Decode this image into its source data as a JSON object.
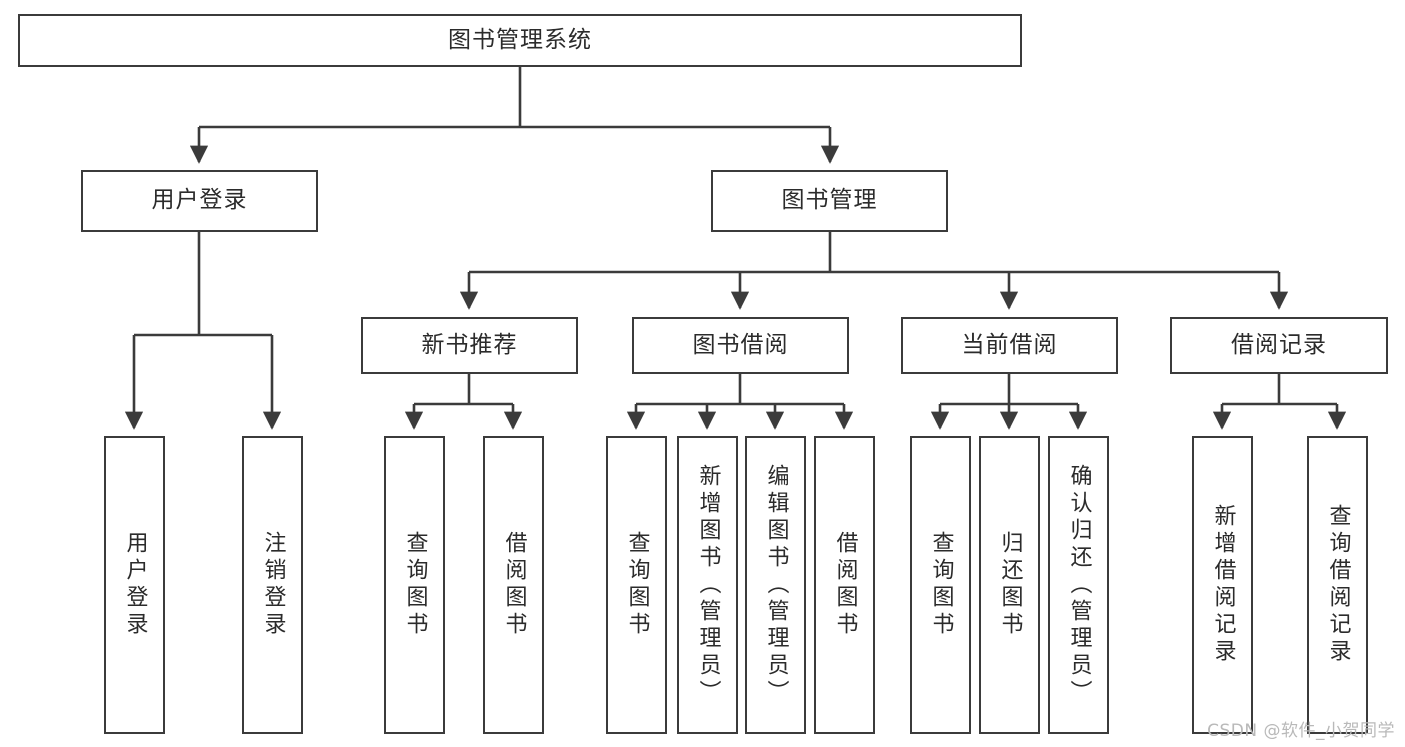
{
  "diagram": {
    "type": "tree",
    "title": "图书管理系统",
    "orientation": "top-down",
    "colors": {
      "box_stroke": "#3b3b3b",
      "box_fill": "#ffffff",
      "connector": "#3b3b3b",
      "text": "#2b2b2b",
      "watermark": "#b9b9b9",
      "background": "#ffffff"
    },
    "root": {
      "id": "root",
      "label": "图书管理系统"
    },
    "level2": [
      {
        "id": "user-login",
        "label": "用户登录"
      },
      {
        "id": "book-manage",
        "label": "图书管理"
      }
    ],
    "level3": [
      {
        "id": "new-book-recommend",
        "label": "新书推荐",
        "parent": "book-manage"
      },
      {
        "id": "book-borrow",
        "label": "图书借阅",
        "parent": "book-manage"
      },
      {
        "id": "current-borrow",
        "label": "当前借阅",
        "parent": "book-manage"
      },
      {
        "id": "borrow-record",
        "label": "借阅记录",
        "parent": "book-manage"
      }
    ],
    "leaves": [
      {
        "id": "leaf-user-login",
        "label": "用户登录",
        "parent": "user-login"
      },
      {
        "id": "leaf-logout-login",
        "label": "注销登录",
        "parent": "user-login"
      },
      {
        "id": "leaf-query-book-1",
        "label": "查询图书",
        "parent": "new-book-recommend"
      },
      {
        "id": "leaf-borrow-book-1",
        "label": "借阅图书",
        "parent": "new-book-recommend"
      },
      {
        "id": "leaf-query-book-2",
        "label": "查询图书",
        "parent": "book-borrow"
      },
      {
        "id": "leaf-add-book",
        "label": "新增图书（管理员）",
        "parent": "book-borrow"
      },
      {
        "id": "leaf-edit-book",
        "label": "编辑图书（管理员）",
        "parent": "book-borrow"
      },
      {
        "id": "leaf-borrow-book-2",
        "label": "借阅图书",
        "parent": "book-borrow"
      },
      {
        "id": "leaf-query-book-3",
        "label": "查询图书",
        "parent": "current-borrow"
      },
      {
        "id": "leaf-return-book",
        "label": "归还图书",
        "parent": "current-borrow"
      },
      {
        "id": "leaf-confirm-return",
        "label": "确认归还（管理员）",
        "parent": "current-borrow"
      },
      {
        "id": "leaf-add-record",
        "label": "新增借阅记录",
        "parent": "borrow-record"
      },
      {
        "id": "leaf-query-record",
        "label": "查询借阅记录",
        "parent": "borrow-record"
      }
    ]
  },
  "watermark": {
    "text": "CSDN @软件_小贺同学"
  }
}
